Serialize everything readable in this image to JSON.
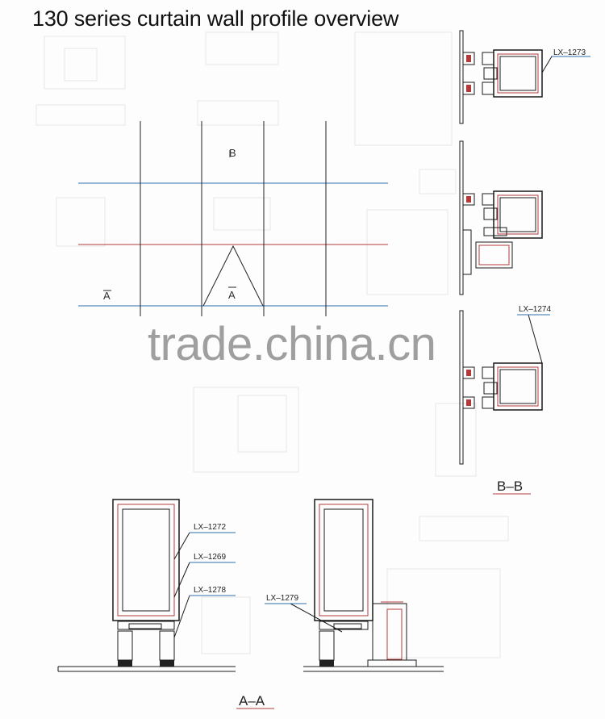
{
  "title": "130 series curtain wall profile overview",
  "watermark": "trade.china.cn",
  "grid_labels": {
    "b": "B",
    "a_left": "A",
    "a_center": "A"
  },
  "section_bb": {
    "label": "B–B",
    "parts": [
      "LX–1273",
      "LX–1274"
    ]
  },
  "section_aa": {
    "label": "A–A",
    "parts_left": [
      "LX–1272",
      "LX–1269",
      "LX–1278"
    ],
    "parts_right": [
      "LX–1279"
    ]
  },
  "colors": {
    "line_red": "#b23a3a",
    "line_blue": "#3a78b8",
    "ink": "#1a1a1a"
  }
}
